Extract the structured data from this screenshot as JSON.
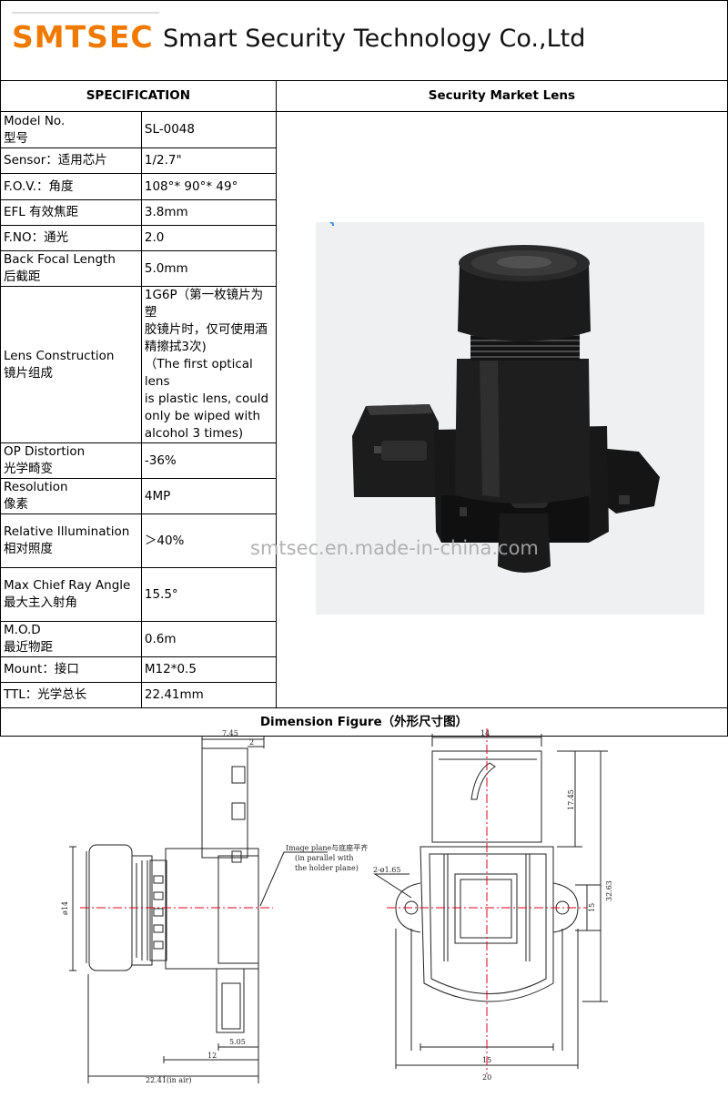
{
  "header": {
    "logo": "SMTSEC",
    "company": "Smart Security Technology Co.,Ltd"
  },
  "table": {
    "spec_header": "SPECIFICATION",
    "lens_header": "Security Market Lens",
    "rows": [
      {
        "label_en": "Model No.",
        "label_cn": "型号",
        "value": "SL-0048"
      },
      {
        "label_en": "Sensor：适用芯片",
        "label_cn": "",
        "value": "1/2.7\""
      },
      {
        "label_en": "F.O.V.：角度",
        "label_cn": "",
        "value": "108°* 90°* 49°"
      },
      {
        "label_en": "EFL 有效焦距",
        "label_cn": "",
        "value": "3.8mm"
      },
      {
        "label_en": "F.NO：通光",
        "label_cn": "",
        "value": "2.0"
      },
      {
        "label_en": "Back Focal Length",
        "label_cn": "后截距",
        "value": "5.0mm"
      },
      {
        "label_en": "Lens Construction",
        "label_cn": "镜片组成",
        "value_lines": [
          "1G6P（第一枚镜片为塑",
          "胶镜片时，仅可使用酒",
          "精擦拭3次)",
          "（The first optical lens",
          "is plastic lens, could",
          "only be wiped with",
          "alcohol 3 times)"
        ]
      },
      {
        "label_en": "OP Distortion",
        "label_cn": "光学畸变",
        "value": "-36%"
      },
      {
        "label_en": "Resolution",
        "label_cn": "像素",
        "value": "4MP"
      },
      {
        "label_en": "Relative Illumination",
        "label_cn": "相对照度",
        "value": "＞40%"
      },
      {
        "label_en": "Max Chief Ray Angle",
        "label_cn": "最大主入射角",
        "value": "15.5°"
      },
      {
        "label_en": "M.O.D",
        "label_cn": "最近物距",
        "value": "0.6m"
      },
      {
        "label_en": "Mount：接口",
        "label_cn": "",
        "value": "M12*0.5"
      },
      {
        "label_en": "TTL：光学总长",
        "label_cn": "",
        "value": "22.41mm"
      }
    ],
    "dimension_title": "Dimension Figure（外形尺寸图）"
  },
  "watermark": "smtsec.en.made-in-china.com",
  "drawing": {
    "side": {
      "dim_top": "7.45",
      "dim_top_small": "2",
      "dim_dia": "ø14",
      "note_line1": "Image plane与底座平齐",
      "note_line2": "(in parallel with",
      "note_line3": "the holder plane)",
      "dim_505": "5.05",
      "dim_12": "12",
      "dim_total": "22.41(in air)"
    },
    "front": {
      "dim_14": "14",
      "dim_1745": "17.45",
      "dim_3263": "32.63",
      "dim_15v": "15",
      "dim_hole": "2-ø1.65",
      "dim_15h": "15",
      "dim_20": "20"
    }
  },
  "colors": {
    "logo": "#f07a00",
    "centerline": "#e0001a"
  }
}
